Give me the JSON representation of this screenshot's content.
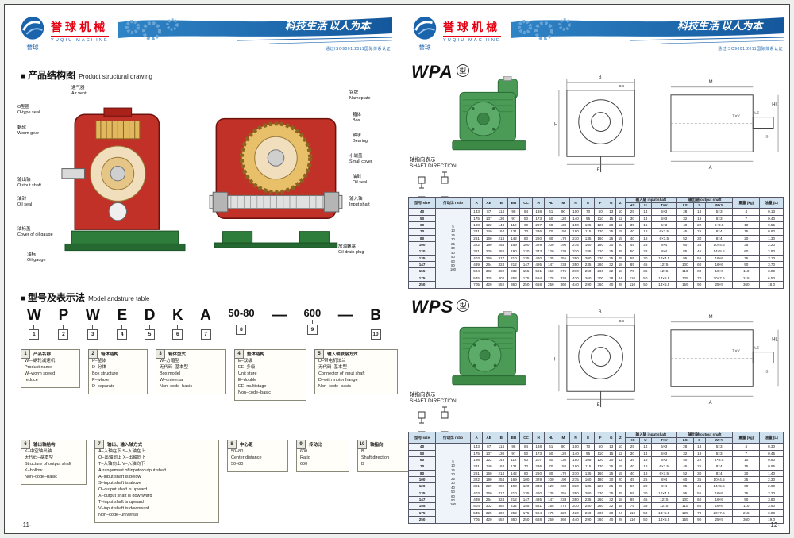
{
  "colors": {
    "brand_red": "#e60012",
    "header_blue": "#1a63ad",
    "body_red": "#c23127",
    "gear_gold": "#e2b85f",
    "base_green": "#2e7d3a",
    "gearbox_green": "#4b9b57"
  },
  "header": {
    "logo_cn": "誉球机械",
    "logo_en": "YUQIU MACHINE",
    "logo_badge": "誉球",
    "slogan": "科技生活 以人为本",
    "cert": "通过ISO9001:2011国际体系认证"
  },
  "left_page": {
    "page_no": "-11-",
    "section1": {
      "bullet": "■",
      "cn": "产品结构图",
      "en": "Product structural drawing"
    },
    "drawing1_labels": [
      {
        "cn": "通气器",
        "en": "Air vent"
      },
      {
        "cn": "O型圈",
        "en": "O-type seal"
      },
      {
        "cn": "蜗轮",
        "en": "Worm gear"
      },
      {
        "cn": "输出轴",
        "en": "Output shaft"
      },
      {
        "cn": "油封",
        "en": "Oil seal"
      },
      {
        "cn": "油标盖",
        "en": "Cover of oil gauge"
      },
      {
        "cn": "油标",
        "en": "Oil gauge"
      }
    ],
    "drawing2_labels": [
      {
        "cn": "铭牌",
        "en": "Nameplate"
      },
      {
        "cn": "箱体",
        "en": "Box"
      },
      {
        "cn": "轴承",
        "en": "Bearing"
      },
      {
        "cn": "小端盖",
        "en": "Small cover"
      },
      {
        "cn": "油封",
        "en": "Oil seal"
      },
      {
        "cn": "输入轴",
        "en": "Input shaft"
      },
      {
        "cn": "放油螺塞",
        "en": "Oil drain plug"
      }
    ],
    "section2": {
      "bullet": "■",
      "cn": "型号及表示法",
      "en": "Model andstrure table"
    },
    "model_code": {
      "items": [
        {
          "code": "W",
          "num": "1"
        },
        {
          "code": "P",
          "num": "2"
        },
        {
          "code": "W",
          "num": "3"
        },
        {
          "code": "E",
          "num": "4"
        },
        {
          "code": "D",
          "num": "5"
        },
        {
          "code": "K",
          "num": "6"
        },
        {
          "code": "A",
          "num": "7"
        },
        {
          "code": "50-80",
          "num": "8"
        },
        {
          "code": "—",
          "num": ""
        },
        {
          "code": "600",
          "num": "9"
        },
        {
          "code": "—",
          "num": ""
        },
        {
          "code": "B",
          "num": "10"
        }
      ]
    },
    "boxes": [
      {
        "num": "1",
        "lines": [
          "产品名称",
          "W—蜗轮减速机",
          "Product name",
          "W–worm speed",
          "reduce"
        ]
      },
      {
        "num": "2",
        "lines": [
          "箱体结构",
          "P–整体",
          "D–分体",
          "Box structure",
          "P–whole",
          "D–separate"
        ]
      },
      {
        "num": "3",
        "lines": [
          "箱体型式",
          "W–方箱型",
          "无代码–基本型",
          "Box model",
          "W–universal",
          "Non–code–basic"
        ]
      },
      {
        "num": "4",
        "lines": [
          "整体结构",
          "E–双级",
          "EE–多级",
          "Unit sture",
          "E–double",
          "EE–multistage",
          "Non–code–basic"
        ]
      },
      {
        "num": "5",
        "lines": [
          "输入轴联接方式",
          "D–带电机法兰",
          "无代码–基本型",
          "Connector of input shaft",
          "D–with motor frange",
          "Non–code–basic"
        ]
      },
      {
        "num": "6",
        "lines": [
          "输出轴结构",
          "K–中空轴出轴",
          "无代码–基本型",
          "Structure of output shaft",
          "K–hollow",
          "Non–code–basic"
        ]
      },
      {
        "num": "7",
        "lines": [
          "输出、输入轴方式",
          "A–入轴在下  S–入轴在上",
          "O–出轴向上  X–出轴向下",
          "T–入轴向上  V–入轴向下",
          "Arrangement of inputoroutput shaft",
          "A–input shaft is below",
          "S–input shaft is above",
          "O–output shaft is upward",
          "X–output shaft is downward",
          "T–input shaft is upward",
          "V–input shaft is downward",
          "Non–code–universal"
        ]
      },
      {
        "num": "8",
        "lines": [
          "中心距",
          "50–80",
          "Center distance",
          "50–80"
        ]
      },
      {
        "num": "9",
        "lines": [
          "传动比",
          "600",
          "Ratio",
          "600"
        ]
      },
      {
        "num": "10",
        "lines": [
          "轴指向",
          "B",
          "Shaft direction",
          "B"
        ]
      }
    ]
  },
  "right_page": {
    "page_no": "-12-",
    "dim_labels": {
      "b": "B",
      "bb": "BB",
      "e": "E",
      "h": "H",
      "a": "A",
      "hl": "HL",
      "m": "M",
      "ls": "LS",
      "s": "S",
      "txv": "T×V"
    },
    "wpa": {
      "title": "WPA",
      "type_mark": "型",
      "shaft_cn": "轴指向表示",
      "shaft_en": "SHAFT DIRECTION",
      "table": {
        "header_row1": [
          {
            "t": "型号 size",
            "rs": 2
          },
          {
            "t": "传动比 ratio",
            "rs": 2
          },
          {
            "t": "A",
            "rs": 2
          },
          {
            "t": "AB",
            "rs": 2
          },
          {
            "t": "B",
            "rs": 2
          },
          {
            "t": "BB",
            "rs": 2
          },
          {
            "t": "CC",
            "rs": 2
          },
          {
            "t": "H",
            "rs": 2
          },
          {
            "t": "HL",
            "rs": 2
          },
          {
            "t": "M",
            "rs": 2
          },
          {
            "t": "N",
            "rs": 2
          },
          {
            "t": "E",
            "rs": 2
          },
          {
            "t": "F",
            "rs": 2
          },
          {
            "t": "G",
            "rs": 2
          },
          {
            "t": "Z",
            "rs": 2
          },
          {
            "t": "输入轴 input shaft",
            "cs": 3
          },
          {
            "t": "输出轴 output shaft",
            "cs": 3
          },
          {
            "t": "重量 (kg)",
            "rs": 2
          },
          {
            "t": "油量 (L)",
            "rs": 2
          }
        ],
        "header_row2": [
          "HS",
          "U",
          "T×V",
          "LS",
          "S",
          "W×Y"
        ],
        "ratios": [
          "5",
          "10",
          "15",
          "20",
          "25",
          "30",
          "40",
          "50",
          "60",
          "80",
          "100"
        ],
        "rows": [
          [
            "40",
            "143",
            "87",
            "114",
            "98",
            "64",
            "138",
            "41",
            "90",
            "100",
            "70",
            "60",
            "13",
            "10",
            "25",
            "14",
            "5×3",
            "28",
            "18",
            "5×3",
            "4",
            "0.13"
          ],
          [
            "50",
            "175",
            "107",
            "130",
            "97",
            "50",
            "173",
            "50",
            "120",
            "140",
            "95",
            "110",
            "15",
            "12",
            "30",
            "14",
            "5×3",
            "32",
            "19",
            "5×3",
            "7",
            "0.40"
          ],
          [
            "60",
            "198",
            "122",
            "148",
            "112",
            "60",
            "207",
            "60",
            "130",
            "150",
            "105",
            "120",
            "20",
            "12",
            "35",
            "16",
            "5×3",
            "40",
            "22",
            "6×3.5",
            "10",
            "0.55"
          ],
          [
            "70",
            "231",
            "140",
            "164",
            "131",
            "70",
            "236",
            "70",
            "150",
            "190",
            "115",
            "130",
            "25",
            "15",
            "40",
            "18",
            "6×3.5",
            "45",
            "25",
            "8×4",
            "15",
            "0.90"
          ],
          [
            "80",
            "261",
            "160",
            "214",
            "142",
            "80",
            "260",
            "80",
            "170",
            "210",
            "135",
            "160",
            "25",
            "15",
            "40",
            "18",
            "6×3.5",
            "52",
            "30",
            "8×4",
            "20",
            "1.30"
          ],
          [
            "100",
            "322",
            "190",
            "254",
            "169",
            "100",
            "329",
            "100",
            "190",
            "275",
            "160",
            "180",
            "30",
            "20",
            "45",
            "25",
            "8×4",
            "60",
            "35",
            "10×4.5",
            "35",
            "2.20"
          ],
          [
            "120",
            "381",
            "229",
            "282",
            "190",
            "120",
            "343",
            "120",
            "230",
            "330",
            "185",
            "220",
            "35",
            "25",
            "50",
            "28",
            "8×4",
            "85",
            "45",
            "14×5.5",
            "60",
            "2.80"
          ],
          [
            "135",
            "403",
            "260",
            "317",
            "210",
            "135",
            "480",
            "135",
            "255",
            "350",
            "200",
            "230",
            "35",
            "25",
            "55",
            "30",
            "10×4.5",
            "95",
            "55",
            "16×6",
            "75",
            "3.10"
          ],
          [
            "147",
            "439",
            "264",
            "324",
            "212",
            "147",
            "495",
            "147",
            "233",
            "350",
            "235",
            "260",
            "32",
            "18",
            "85",
            "45",
            "12×5",
            "100",
            "60",
            "16×6",
            "90",
            "3.70"
          ],
          [
            "155",
            "504",
            "302",
            "382",
            "232",
            "155",
            "581",
            "155",
            "275",
            "370",
            "250",
            "260",
            "32",
            "18",
            "75",
            "35",
            "12×5",
            "110",
            "80",
            "16×6",
            "110",
            "3.80"
          ],
          [
            "175",
            "545",
            "325",
            "402",
            "252",
            "175",
            "594",
            "175",
            "320",
            "430",
            "260",
            "300",
            "38",
            "24",
            "110",
            "50",
            "14×5.5",
            "125",
            "70",
            "20×7.5",
            "215",
            "6.50"
          ],
          [
            "250",
            "705",
            "420",
            "552",
            "360",
            "250",
            "668",
            "250",
            "360",
            "440",
            "290",
            "360",
            "40",
            "28",
            "110",
            "50",
            "14×5.5",
            "155",
            "90",
            "25×9",
            "360",
            "18.0"
          ]
        ]
      }
    },
    "wps": {
      "title": "WPS",
      "type_mark": "型",
      "shaft_cn": "轴指向表示",
      "shaft_en": "SHAFT DIRECTION",
      "table": {
        "header_row1": [
          {
            "t": "型号 size",
            "rs": 2
          },
          {
            "t": "传动比 ratio",
            "rs": 2
          },
          {
            "t": "A",
            "rs": 2
          },
          {
            "t": "AB",
            "rs": 2
          },
          {
            "t": "B",
            "rs": 2
          },
          {
            "t": "BB",
            "rs": 2
          },
          {
            "t": "CC",
            "rs": 2
          },
          {
            "t": "H",
            "rs": 2
          },
          {
            "t": "HL",
            "rs": 2
          },
          {
            "t": "M",
            "rs": 2
          },
          {
            "t": "N",
            "rs": 2
          },
          {
            "t": "E",
            "rs": 2
          },
          {
            "t": "F",
            "rs": 2
          },
          {
            "t": "G",
            "rs": 2
          },
          {
            "t": "Z",
            "rs": 2
          },
          {
            "t": "输入轴 input shaft",
            "cs": 3
          },
          {
            "t": "输出轴 output shaft",
            "cs": 3
          },
          {
            "t": "重量 (kg)",
            "rs": 2
          },
          {
            "t": "油量 (L)",
            "rs": 2
          }
        ],
        "header_row2": [
          "HS",
          "U",
          "T×V",
          "LS",
          "S",
          "W×Y"
        ],
        "ratios": [
          "5",
          "10",
          "15",
          "20",
          "25",
          "30",
          "40",
          "50",
          "60",
          "80",
          "100"
        ],
        "rows": [
          [
            "40",
            "143",
            "87",
            "114",
            "98",
            "64",
            "138",
            "41",
            "90",
            "100",
            "70",
            "60",
            "13",
            "10",
            "25",
            "14",
            "5×3",
            "28",
            "18",
            "5×3",
            "4",
            "0.30"
          ],
          [
            "50",
            "175",
            "107",
            "130",
            "97",
            "50",
            "173",
            "50",
            "120",
            "140",
            "95",
            "110",
            "15",
            "12",
            "30",
            "14",
            "5×3",
            "32",
            "19",
            "5×3",
            "7",
            "0.45"
          ],
          [
            "60",
            "198",
            "122",
            "148",
            "112",
            "60",
            "207",
            "60",
            "130",
            "150",
            "105",
            "120",
            "20",
            "12",
            "35",
            "16",
            "5×3",
            "40",
            "22",
            "6×3.5",
            "10",
            "0.60"
          ],
          [
            "70",
            "231",
            "140",
            "164",
            "131",
            "70",
            "236",
            "70",
            "150",
            "190",
            "115",
            "130",
            "25",
            "15",
            "40",
            "18",
            "6×3.5",
            "45",
            "25",
            "8×4",
            "15",
            "0.95"
          ],
          [
            "80",
            "261",
            "160",
            "214",
            "142",
            "80",
            "260",
            "80",
            "170",
            "210",
            "135",
            "160",
            "25",
            "15",
            "40",
            "18",
            "6×3.5",
            "52",
            "30",
            "8×4",
            "20",
            "1.40"
          ],
          [
            "100",
            "322",
            "190",
            "254",
            "169",
            "100",
            "329",
            "100",
            "190",
            "275",
            "160",
            "180",
            "30",
            "20",
            "45",
            "25",
            "8×4",
            "60",
            "35",
            "10×4.5",
            "35",
            "2.30"
          ],
          [
            "120",
            "381",
            "229",
            "282",
            "190",
            "120",
            "343",
            "120",
            "230",
            "330",
            "185",
            "220",
            "35",
            "25",
            "50",
            "28",
            "8×4",
            "85",
            "45",
            "14×5.5",
            "60",
            "2.90"
          ],
          [
            "135",
            "403",
            "260",
            "317",
            "210",
            "135",
            "480",
            "135",
            "255",
            "350",
            "200",
            "230",
            "35",
            "25",
            "55",
            "30",
            "10×4.5",
            "95",
            "55",
            "16×6",
            "75",
            "3.20"
          ],
          [
            "147",
            "439",
            "264",
            "324",
            "212",
            "147",
            "495",
            "147",
            "233",
            "350",
            "235",
            "260",
            "32",
            "18",
            "85",
            "45",
            "12×5",
            "100",
            "60",
            "16×6",
            "90",
            "3.80"
          ],
          [
            "155",
            "504",
            "302",
            "382",
            "232",
            "155",
            "581",
            "155",
            "275",
            "370",
            "250",
            "260",
            "32",
            "18",
            "75",
            "35",
            "12×5",
            "110",
            "80",
            "16×6",
            "110",
            "3.90"
          ],
          [
            "175",
            "545",
            "325",
            "402",
            "252",
            "175",
            "594",
            "175",
            "320",
            "430",
            "260",
            "300",
            "38",
            "24",
            "110",
            "50",
            "14×5.5",
            "125",
            "70",
            "20×7.5",
            "215",
            "6.80"
          ],
          [
            "250",
            "705",
            "420",
            "552",
            "360",
            "250",
            "668",
            "250",
            "360",
            "440",
            "290",
            "360",
            "40",
            "28",
            "110",
            "50",
            "14×5.5",
            "155",
            "90",
            "25×9",
            "360",
            "19.0"
          ]
        ]
      }
    }
  }
}
